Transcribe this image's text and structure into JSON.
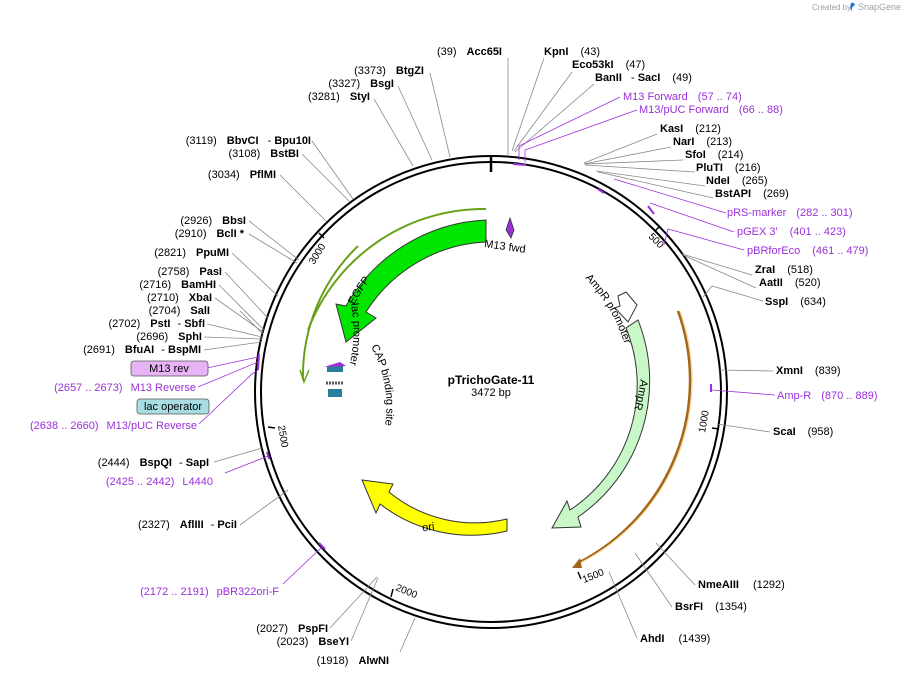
{
  "app": {
    "credit_prefix": "Created by",
    "credit_brand": "SnapGene",
    "colors": {
      "primer": "#9b30d9",
      "egfp": "#00e600",
      "ampr": "#c8f7c8",
      "ori": "#ffff00"
    }
  },
  "plasmid": {
    "name": "pTrichoGate-11",
    "length": "3472 bp"
  },
  "ruler": [
    "500",
    "1000",
    "1500",
    "2000",
    "2500",
    "3000"
  ],
  "features": {
    "egfp": "EGFP",
    "lac_promoter": "lac promoter",
    "cap_binding_site": "CAP binding site",
    "ampr_promoter": "AmpR promoter",
    "ampr": "AmpR",
    "ori": "ori",
    "m13_fwd": "M13 fwd"
  },
  "boxed": {
    "m13_rev": "M13 rev",
    "lac_operator": "lac operator"
  },
  "sites_right": [
    {
      "name": "KpnI",
      "pos": "(43)"
    },
    {
      "name": "Eco53kI",
      "pos": "(47)"
    },
    {
      "name": "BanII",
      "name2": "SacI",
      "pos": "(49)"
    },
    {
      "name": "KasI",
      "pos": "(212)"
    },
    {
      "name": "NarI",
      "pos": "(213)"
    },
    {
      "name": "SfoI",
      "pos": "(214)"
    },
    {
      "name": "PluTI",
      "pos": "(216)"
    },
    {
      "name": "NdeI",
      "pos": "(265)"
    },
    {
      "name": "BstAPI",
      "pos": "(269)"
    },
    {
      "name": "ZraI",
      "pos": "(518)"
    },
    {
      "name": "AatII",
      "pos": "(520)"
    },
    {
      "name": "SspI",
      "pos": "(634)"
    },
    {
      "name": "XmnI",
      "pos": "(839)"
    },
    {
      "name": "ScaI",
      "pos": "(958)"
    },
    {
      "name": "NmeAIII",
      "pos": "(1292)"
    },
    {
      "name": "BsrFI",
      "pos": "(1354)"
    },
    {
      "name": "AhdI",
      "pos": "(1439)"
    }
  ],
  "sites_left": [
    {
      "name": "Acc65I",
      "pos": "(39)"
    },
    {
      "name": "BtgZI",
      "pos": "(3373)"
    },
    {
      "name": "BsgI",
      "pos": "(3327)"
    },
    {
      "name": "StyI",
      "pos": "(3281)"
    },
    {
      "name": "BbvCI",
      "name2": "Bpu10I",
      "pos": "(3119)"
    },
    {
      "name": "BstBI",
      "pos": "(3108)"
    },
    {
      "name": "PflMI",
      "pos": "(3034)"
    },
    {
      "name": "BbsI",
      "pos": "(2926)"
    },
    {
      "name": "BclI *",
      "pos": "(2910)"
    },
    {
      "name": "PpuMI",
      "pos": "(2821)"
    },
    {
      "name": "PasI",
      "pos": "(2758)"
    },
    {
      "name": "BamHI",
      "pos": "(2716)"
    },
    {
      "name": "XbaI",
      "pos": "(2710)"
    },
    {
      "name": "SalI",
      "pos": "(2704)"
    },
    {
      "name": "PstI",
      "name2": "SbfI",
      "pos": "(2702)"
    },
    {
      "name": "SphI",
      "pos": "(2696)"
    },
    {
      "name": "BfuAI",
      "name2": "BspMI",
      "pos": "(2691)"
    },
    {
      "name": "BspQI",
      "name2": "SapI",
      "pos": "(2444)"
    },
    {
      "name": "AflIII",
      "name2": "PciI",
      "pos": "(2327)"
    },
    {
      "name": "PspFI",
      "pos": "(2027)"
    },
    {
      "name": "BseYI",
      "pos": "(2023)"
    },
    {
      "name": "AlwNI",
      "pos": "(1918)"
    }
  ],
  "primers": [
    {
      "name": "M13 Forward",
      "range": "(57 .. 74)"
    },
    {
      "name": "M13/pUC Forward",
      "range": "(66 .. 88)"
    },
    {
      "name": "pRS-marker",
      "range": "(282 .. 301)"
    },
    {
      "name": "pGEX 3'",
      "range": "(401 .. 423)"
    },
    {
      "name": "pBRforEco",
      "range": "(461 .. 479)"
    },
    {
      "name": "Amp-R",
      "range": "(870 .. 889)"
    },
    {
      "name": "M13 Reverse",
      "range": "(2657 .. 2673)"
    },
    {
      "name": "M13/pUC Reverse",
      "range": "(2638 .. 2660)"
    },
    {
      "name": "L4440",
      "range": "(2425 .. 2442)"
    },
    {
      "name": "pBR322ori-F",
      "range": "(2172 .. 2191)"
    }
  ]
}
